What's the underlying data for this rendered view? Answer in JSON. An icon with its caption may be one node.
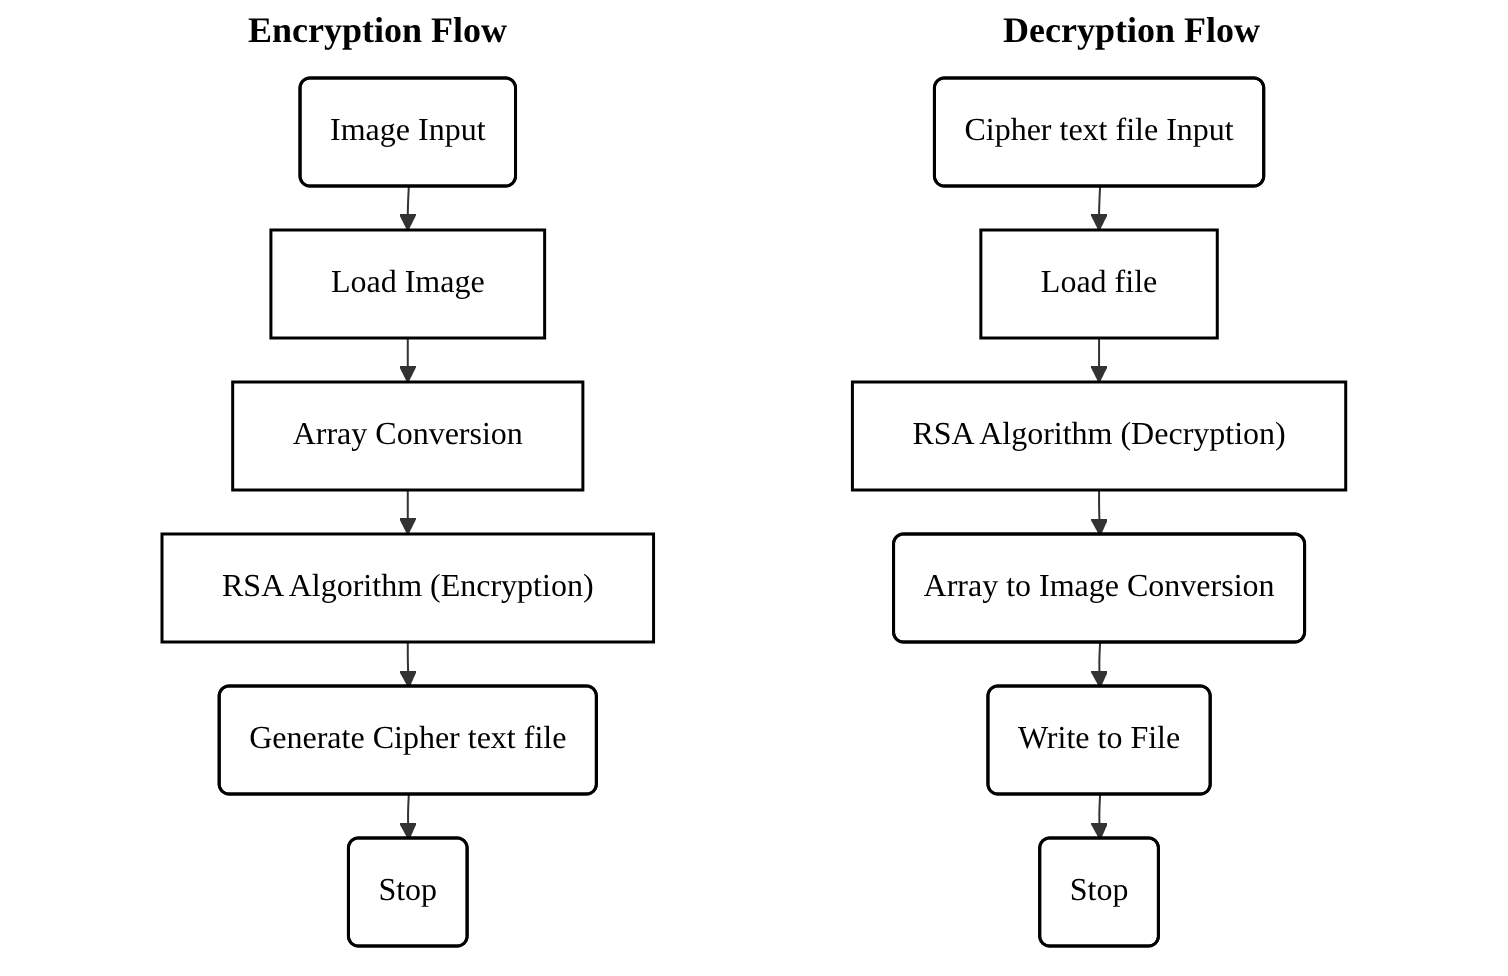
{
  "diagram": {
    "nodes": [
      {
        "text": [
          "Image Input"
        ]
      },
      {
        "text": [
          "Load Image"
        ]
      },
      {
        "text": [
          "Array Conversion"
        ]
      },
      {
        "text": [
          "RSA Algorithm (Encryption)"
        ]
      },
      {
        "text": [
          "Generate Cipher text file"
        ]
      },
      {
        "text": [
          "Stop"
        ]
      },
      {
        "text": [
          "Cipher text file Input"
        ]
      },
      {
        "text": [
          "Load file"
        ]
      },
      {
        "text": [
          "RSA Algorithm (Decryption)"
        ]
      },
      {
        "text": [
          "Array to Image Conversion"
        ]
      },
      {
        "text": [
          "Write to File"
        ]
      },
      {
        "text": [
          "Stop"
        ]
      }
    ],
    "edges": [
      {
        "from": 0,
        "to": 1,
        "arrow": "to"
      },
      {
        "from": 1,
        "to": 2,
        "arrow": "to"
      },
      {
        "from": 2,
        "to": 3,
        "arrow": "to"
      },
      {
        "from": 3,
        "to": 4,
        "arrow": "to"
      },
      {
        "from": 4,
        "to": 5,
        "arrow": "to"
      },
      {
        "from": 6,
        "to": 7,
        "arrow": "to"
      },
      {
        "from": 7,
        "to": 8,
        "arrow": "to"
      },
      {
        "from": 8,
        "to": 9,
        "arrow": "to"
      },
      {
        "from": 9,
        "to": 10,
        "arrow": "to"
      },
      {
        "from": 10,
        "to": 11,
        "arrow": "to"
      }
    ],
    "labels": [
      "Encryption Flow",
      "Decryption Flow"
    ]
  }
}
